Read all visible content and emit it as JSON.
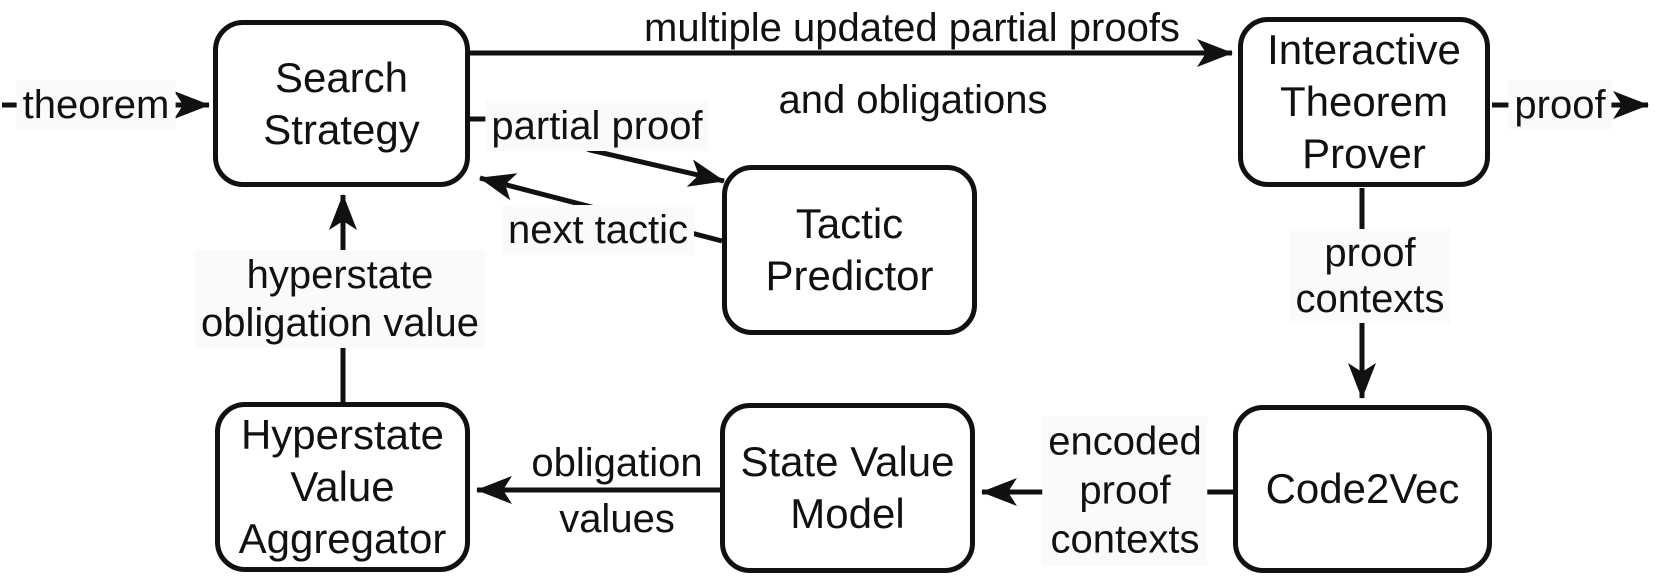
{
  "nodes": {
    "search_strategy": {
      "label": "Search\nStrategy"
    },
    "interactive_theorem_prover": {
      "label": "Interactive\nTheorem\nProver"
    },
    "tactic_predictor": {
      "label": "Tactic\nPredictor"
    },
    "hyperstate_value_aggregator": {
      "label": "Hyperstate\nValue\nAggregator"
    },
    "state_value_model": {
      "label": "State Value\nModel"
    },
    "code2vec": {
      "label": "Code2Vec"
    }
  },
  "edges": {
    "theorem_input": {
      "label": "theorem",
      "from": "external",
      "to": "search_strategy"
    },
    "multiple_updated": {
      "line1": "multiple updated partial proofs",
      "line2": "and obligations",
      "from": "search_strategy",
      "to": "interactive_theorem_prover"
    },
    "proof_output": {
      "label": "proof",
      "from": "interactive_theorem_prover",
      "to": "external"
    },
    "partial_proof": {
      "label": "partial proof",
      "from": "search_strategy",
      "to": "tactic_predictor"
    },
    "next_tactic": {
      "label": "next tactic",
      "from": "tactic_predictor",
      "to": "search_strategy"
    },
    "hyperstate_obligation_value": {
      "label": "hyperstate\nobligation value",
      "from": "hyperstate_value_aggregator",
      "to": "search_strategy"
    },
    "proof_contexts": {
      "label": "proof\ncontexts",
      "from": "interactive_theorem_prover",
      "to": "code2vec"
    },
    "encoded_proof_contexts": {
      "label": "encoded\nproof\ncontexts",
      "from": "code2vec",
      "to": "state_value_model"
    },
    "obligation_values": {
      "label": "obligation\nvalues",
      "from": "state_value_model",
      "to": "hyperstate_value_aggregator"
    }
  },
  "colors": {
    "stroke": "#111111",
    "background": "#ffffff",
    "label_background": "#fafafa"
  }
}
